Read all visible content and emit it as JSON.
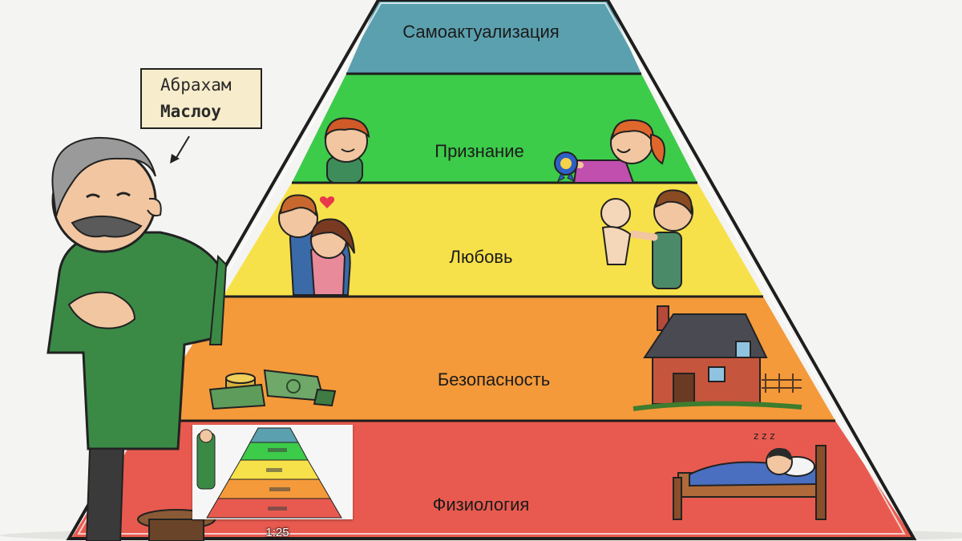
{
  "pyramid": {
    "levels": [
      {
        "label": "Самоактуализация",
        "color": "#5ba0ae"
      },
      {
        "label": "Признание",
        "color": "#3dcb4a"
      },
      {
        "label": "Любовь",
        "color": "#f7e14a"
      },
      {
        "label": "Безопасность",
        "color": "#f49a3a"
      },
      {
        "label": "Физиология",
        "color": "#e85a4f"
      }
    ]
  },
  "sign": {
    "line1": "Абрахам",
    "line2": "Маслоу"
  },
  "video": {
    "timestamp": "1:25"
  }
}
